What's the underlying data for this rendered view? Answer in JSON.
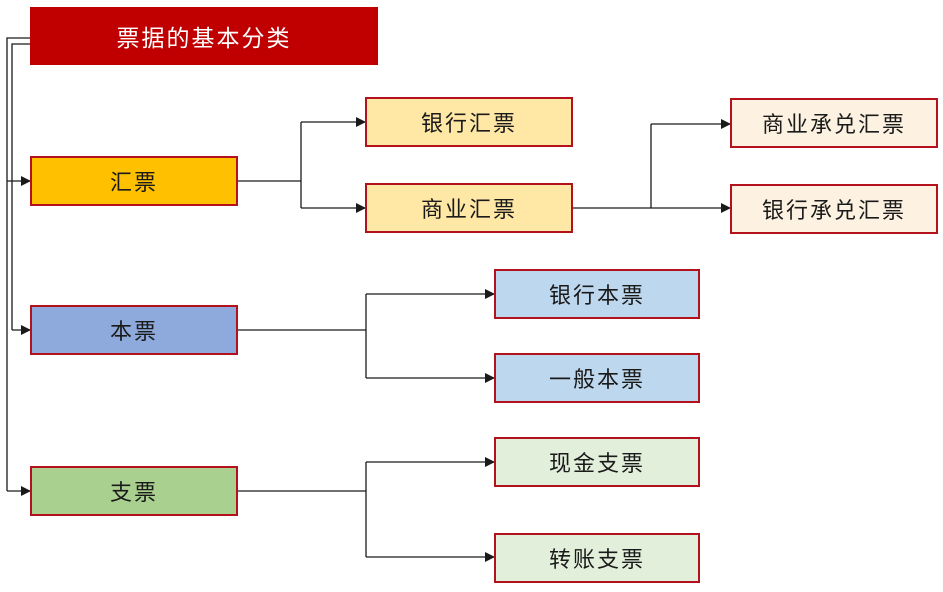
{
  "diagram": {
    "root": {
      "label": "票据的基本分类"
    },
    "categories": [
      {
        "key": "huipiao",
        "label": "汇票",
        "children": [
          {
            "label": "银行汇票",
            "children": []
          },
          {
            "label": "商业汇票",
            "children": [
              {
                "label": "商业承兑汇票"
              },
              {
                "label": "银行承兑汇票"
              }
            ]
          }
        ]
      },
      {
        "key": "benpiao",
        "label": "本票",
        "children": [
          {
            "label": "银行本票"
          },
          {
            "label": "一般本票"
          }
        ]
      },
      {
        "key": "zhipiao",
        "label": "支票",
        "children": [
          {
            "label": "现金支票"
          },
          {
            "label": "转账支票"
          }
        ]
      }
    ],
    "colors": {
      "root": "#c00000",
      "huipiao": "#ffc000",
      "huipiao_children": "#ffe8a6",
      "shangye_children": "#fdf2e1",
      "benpiao": "#8ea9db",
      "benpiao_children": "#bdd7ee",
      "zhipiao": "#a9d08e",
      "zhipiao_children": "#e2efda",
      "border": "#b3121c",
      "connector": "#1a1a1a"
    }
  }
}
